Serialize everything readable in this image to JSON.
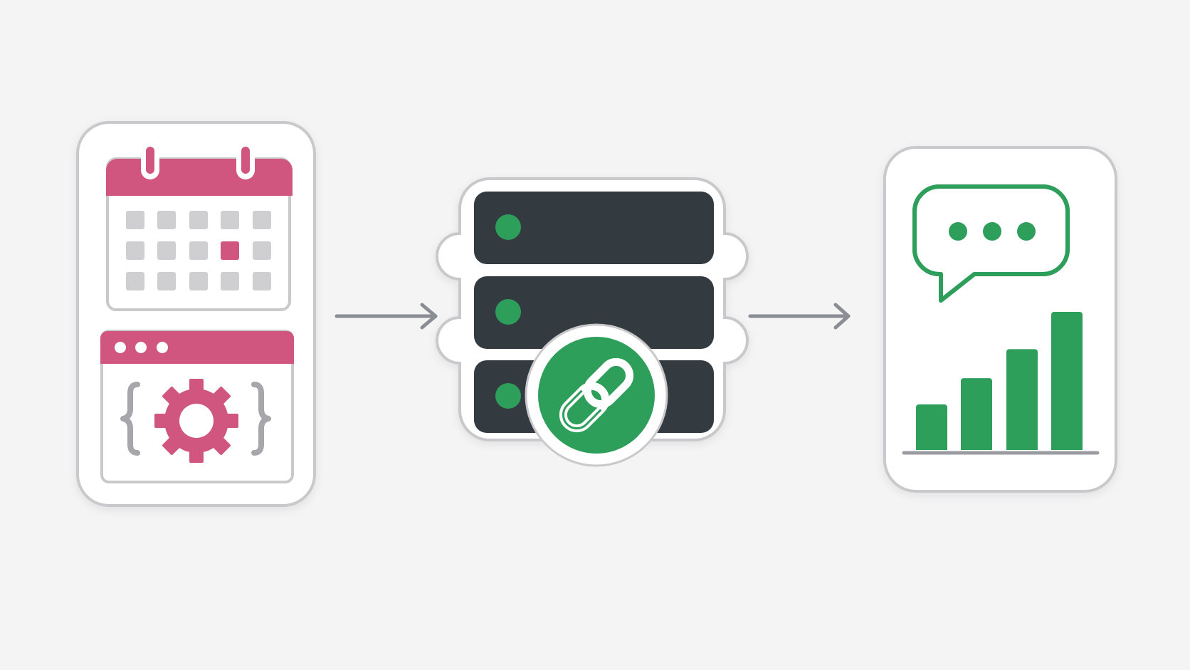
{
  "colors": {
    "background": "#f4f4f5",
    "card_fill": "#ffffff",
    "card_border": "#c9c9cc",
    "accent_pink": "#d0567f",
    "accent_green": "#2e9e5b",
    "server_dark": "#333a40",
    "calendar_cell": "#cfcfd2",
    "arrow": "#8a8d93"
  },
  "diagram": {
    "nodes": [
      {
        "id": "calendar-config-card",
        "icons": [
          "calendar-icon",
          "browser-window-icon",
          "gear-icon",
          "curly-braces-icon"
        ]
      },
      {
        "id": "server-card",
        "icons": [
          "server-rack-icon",
          "chain-link-icon"
        ],
        "status_lights": 3
      },
      {
        "id": "chat-analytics-card",
        "icons": [
          "speech-bubble-icon",
          "bar-chart-icon"
        ]
      }
    ],
    "edges": [
      {
        "from": "calendar-config-card",
        "to": "server-card"
      },
      {
        "from": "server-card",
        "to": "chat-analytics-card"
      }
    ],
    "calendar_highlight_cell": {
      "row": 2,
      "col": 4
    },
    "bar_chart_relative_values": [
      0.33,
      0.52,
      0.73,
      1.0
    ]
  }
}
